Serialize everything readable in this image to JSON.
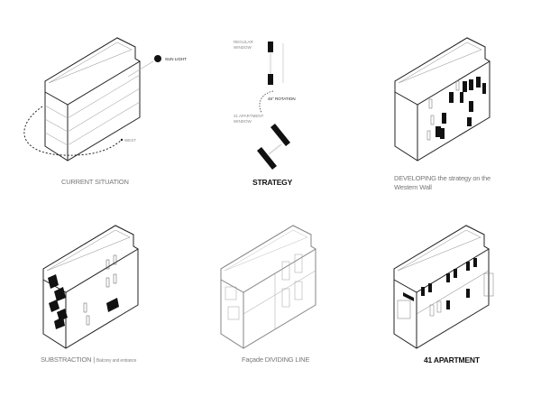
{
  "panels": [
    {
      "caption": "CURRENT SITUATION",
      "labels": {
        "sun": "SUN LIGHT",
        "west": "WEST"
      }
    },
    {
      "caption": "STRATEGY",
      "labels": {
        "regular_window": "REGULAR WINDOW",
        "rotation": "45° ROTATION",
        "apartment_window": "41 APARTMENT WINDOW"
      }
    },
    {
      "caption": "DEVELOPING the strategy on the Western Wall"
    },
    {
      "caption": "SUBSTRACTION |",
      "subcaption": "Balcony and entrance"
    },
    {
      "caption": "Façade DIVIDING LINE"
    },
    {
      "caption": "41 APARTMENT"
    }
  ]
}
